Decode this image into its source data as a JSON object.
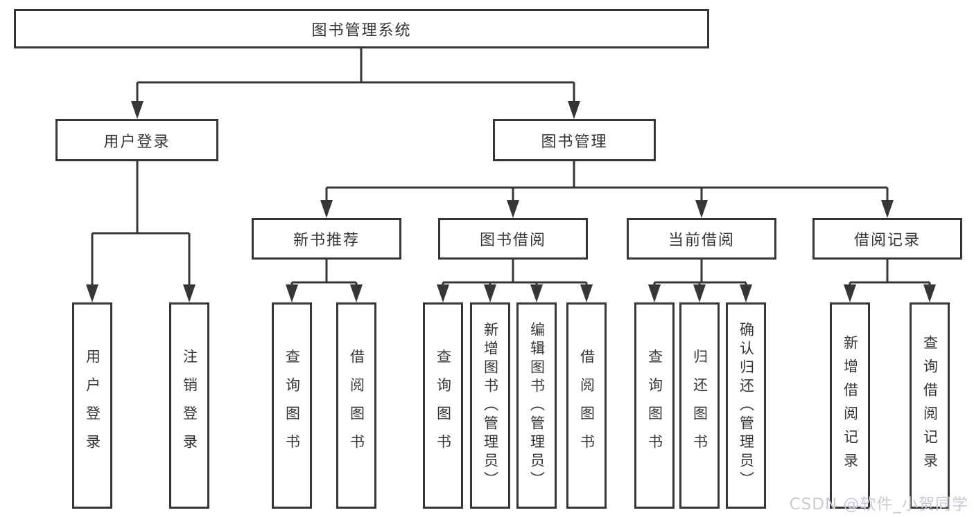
{
  "diagram": {
    "root": {
      "label": "图书管理系统"
    },
    "level2": [
      {
        "id": "user-login",
        "label": "用户登录"
      },
      {
        "id": "book-management",
        "label": "图书管理"
      }
    ],
    "level3": [
      {
        "id": "new-book-recommend",
        "label": "新书推荐"
      },
      {
        "id": "book-borrow",
        "label": "图书借阅"
      },
      {
        "id": "current-borrow",
        "label": "当前借阅"
      },
      {
        "id": "borrow-records",
        "label": "借阅记录"
      }
    ],
    "leaves": [
      {
        "id": "user-login-leaf",
        "parent": "user-login",
        "label": "用户登录"
      },
      {
        "id": "logout",
        "parent": "user-login",
        "label": "注销登录"
      },
      {
        "id": "query-books-1",
        "parent": "new-book-recommend",
        "label": "查询图书"
      },
      {
        "id": "borrow-books-1",
        "parent": "new-book-recommend",
        "label": "借阅图书"
      },
      {
        "id": "query-books-2",
        "parent": "book-borrow",
        "label": "查询图书"
      },
      {
        "id": "add-books-admin",
        "parent": "book-borrow",
        "label": "新增图书（管理员）"
      },
      {
        "id": "edit-books-admin",
        "parent": "book-borrow",
        "label": "编辑图书（管理员）"
      },
      {
        "id": "borrow-books-2",
        "parent": "book-borrow",
        "label": "借阅图书"
      },
      {
        "id": "query-books-3",
        "parent": "current-borrow",
        "label": "查询图书"
      },
      {
        "id": "return-books",
        "parent": "current-borrow",
        "label": "归还图书"
      },
      {
        "id": "confirm-return-admin",
        "parent": "current-borrow",
        "label": "确认归还（管理员）"
      },
      {
        "id": "add-borrow-record",
        "parent": "borrow-records",
        "label": "新增借阅记录"
      },
      {
        "id": "query-borrow-record",
        "parent": "borrow-records",
        "label": "查询借阅记录"
      }
    ],
    "colors": {
      "line": "#363636",
      "box_border": "#333639",
      "text": "#333639",
      "watermark": "#c7cbd1",
      "background": "#ffffff"
    }
  },
  "watermark": {
    "text": "CSDN @软件_小贺同学"
  }
}
